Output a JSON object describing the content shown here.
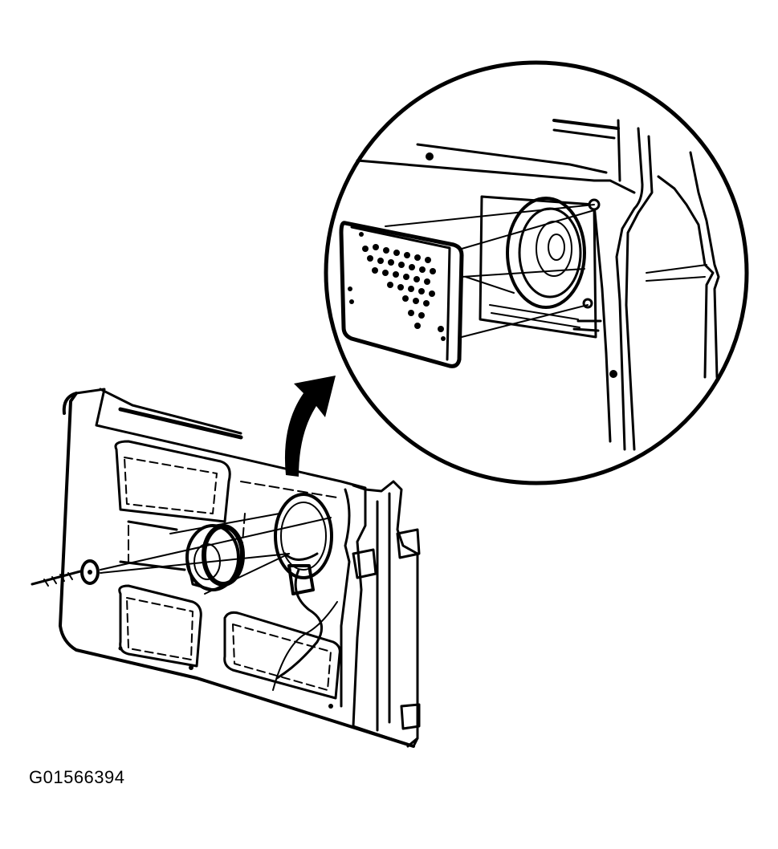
{
  "figure": {
    "id_label": "G01566394",
    "subject": "door-speaker-removal",
    "ink_color": "#000000",
    "background_color": "#ffffff",
    "icons": [
      "door-panel",
      "speaker",
      "speaker-grille",
      "retainer-pin",
      "curved-arrow",
      "detail-callout-circle"
    ]
  }
}
